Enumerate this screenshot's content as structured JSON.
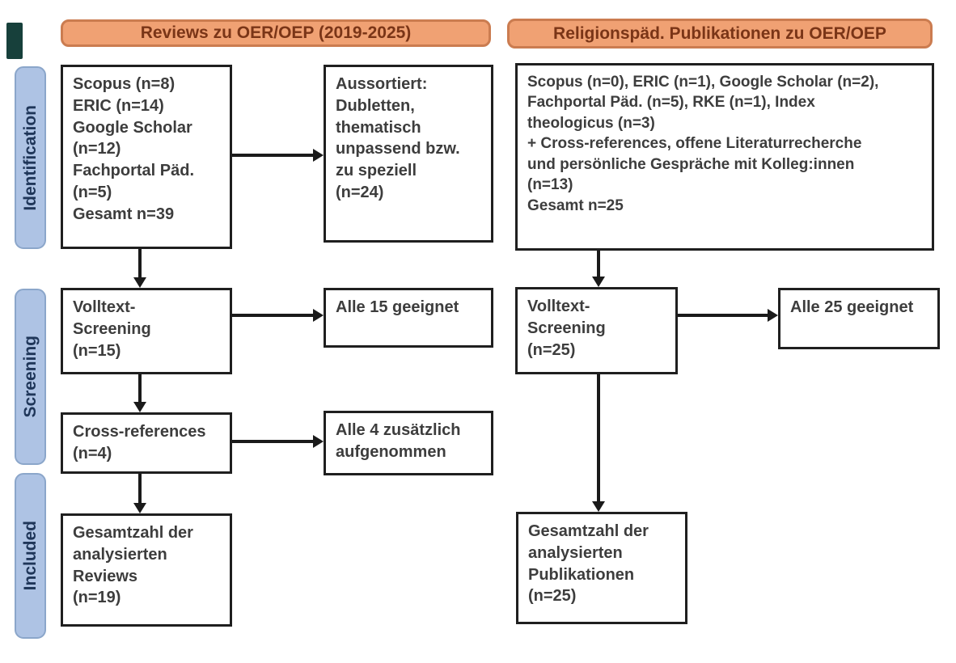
{
  "headers": {
    "left": "Reviews zu OER/OEP (2019-2025)",
    "right": "Religionspäd. Publikationen zu OER/OEP",
    "fill": "#f0a173",
    "border": "#cb7c50",
    "text_color": "#7a3517"
  },
  "stages": {
    "identification": "Identification",
    "screening": "Screening",
    "included": "Included",
    "fill": "#aec3e4",
    "border": "#8ba6ca",
    "text_color": "#1f3659"
  },
  "left_flow": {
    "identification_box": "Scopus (n=8)\nERIC (n=14)\nGoogle Scholar\n(n=12)\nFachportal Päd.\n(n=5)\nGesamt n=39",
    "excluded_box": "Aussortiert:\nDubletten,\nthematisch\nunpassend bzw.\nzu speziell\n(n=24)",
    "fulltext_box": "Volltext-\nScreening\n(n=15)",
    "fulltext_result_box": "Alle 15 geeignet",
    "crossref_box": "Cross-references\n(n=4)",
    "crossref_result_box": "Alle 4 zusätzlich\naufgenommen",
    "included_box": "Gesamtzahl der\nanalysierten\nReviews\n(n=19)"
  },
  "right_flow": {
    "identification_box": "Scopus (n=0), ERIC (n=1), Google Scholar (n=2),\nFachportal Päd. (n=5), RKE (n=1), Index\ntheologicus (n=3)\n+ Cross-references, offene Literaturrecherche\nund persönliche Gespräche mit Kolleg:innen\n(n=13)\nGesamt n=25",
    "fulltext_box": "Volltext-\nScreening\n(n=25)",
    "fulltext_result_box": "Alle 25 geeignet",
    "included_box": "Gesamtzahl der\nanalysierten\nPublikationen\n(n=25)"
  }
}
